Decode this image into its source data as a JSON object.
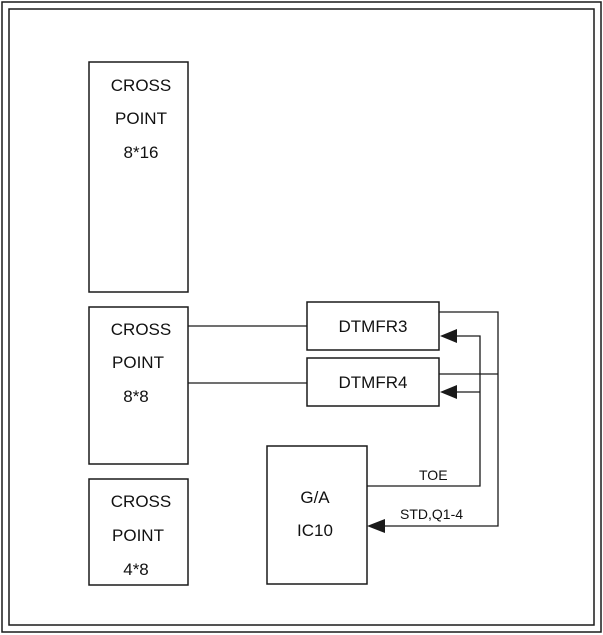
{
  "diagram": {
    "blocks": [
      {
        "id": "cp16",
        "lines": [
          "CROSS",
          "POINT",
          "8*16"
        ]
      },
      {
        "id": "cp8",
        "lines": [
          "CROSS",
          "POINT",
          "8*8"
        ]
      },
      {
        "id": "cp48",
        "lines": [
          "CROSS",
          "POINT",
          "4*8"
        ]
      },
      {
        "id": "dtmfr3",
        "lines": [
          "DTMFR3"
        ]
      },
      {
        "id": "dtmfr4",
        "lines": [
          "DTMFR4"
        ]
      },
      {
        "id": "ga",
        "lines": [
          "G/A",
          "IC10"
        ]
      }
    ],
    "signals": {
      "toe": "TOE",
      "std": "STD,Q1-4"
    },
    "colors": {
      "stroke": "#1a1a1a",
      "text": "#111111",
      "background": "#ffffff"
    }
  }
}
